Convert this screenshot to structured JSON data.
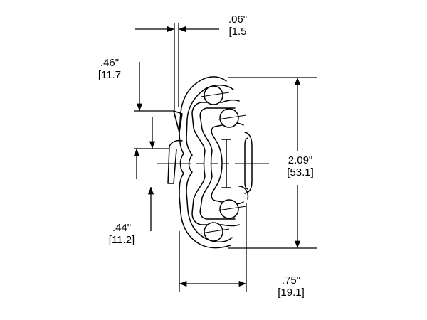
{
  "dimensions": {
    "gap": {
      "imperial": ".06\"",
      "metric": "[1.5"
    },
    "upper_offset": {
      "imperial": ".46\"",
      "metric": "[11.7"
    },
    "lower_offset": {
      "imperial": ".44\"",
      "metric": "[11.2]"
    },
    "height": {
      "imperial": "2.09\"",
      "metric": "[53.1]"
    },
    "width": {
      "imperial": ".75\"",
      "metric": "[19.1]"
    }
  },
  "colors": {
    "line": "#000000",
    "background": "#ffffff"
  }
}
